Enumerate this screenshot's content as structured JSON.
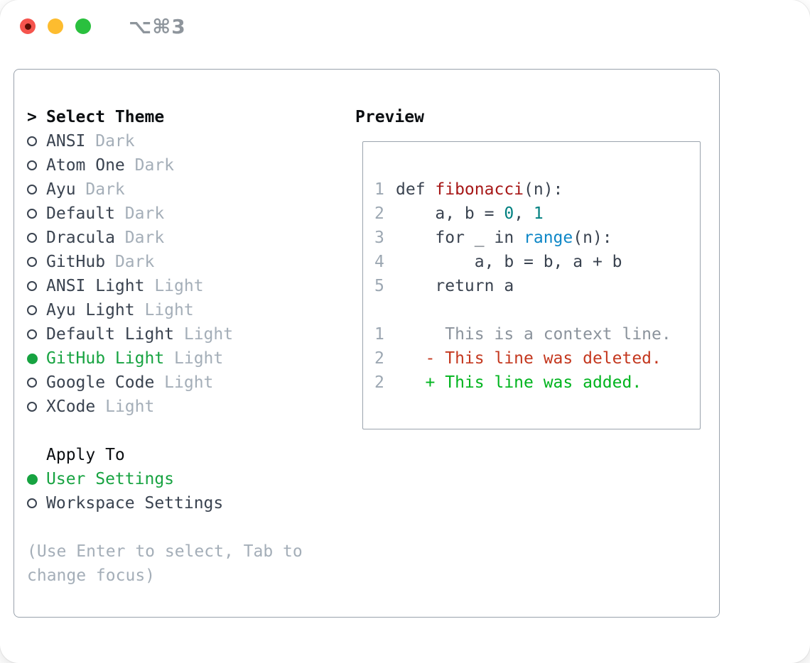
{
  "window": {
    "title": "⌥⌘3"
  },
  "theme_panel": {
    "prompt": ">",
    "title": "Select Theme",
    "themes": [
      {
        "name": "ANSI",
        "variant": "Dark",
        "selected": false
      },
      {
        "name": "Atom One",
        "variant": "Dark",
        "selected": false
      },
      {
        "name": "Ayu",
        "variant": "Dark",
        "selected": false
      },
      {
        "name": "Default",
        "variant": "Dark",
        "selected": false
      },
      {
        "name": "Dracula",
        "variant": "Dark",
        "selected": false
      },
      {
        "name": "GitHub",
        "variant": "Dark",
        "selected": false
      },
      {
        "name": "ANSI Light",
        "variant": "Light",
        "selected": false
      },
      {
        "name": "Ayu Light",
        "variant": "Light",
        "selected": false
      },
      {
        "name": "Default Light",
        "variant": "Light",
        "selected": false
      },
      {
        "name": "GitHub Light",
        "variant": "Light",
        "selected": true
      },
      {
        "name": "Google Code",
        "variant": "Light",
        "selected": false
      },
      {
        "name": "XCode",
        "variant": "Light",
        "selected": false
      }
    ],
    "apply_to": {
      "title": "Apply To",
      "options": [
        {
          "label": "User Settings",
          "selected": true
        },
        {
          "label": "Workspace Settings",
          "selected": false
        }
      ]
    },
    "hint": "(Use Enter to select, Tab to change focus)"
  },
  "preview": {
    "title": "Preview",
    "code_lines": [
      {
        "number": "1",
        "segments": [
          {
            "text": "def ",
            "color": "default"
          },
          {
            "text": "fibonacci",
            "color": "function"
          },
          {
            "text": "(n):",
            "color": "default"
          }
        ]
      },
      {
        "number": "2",
        "segments": [
          {
            "text": "    a, b = ",
            "color": "default"
          },
          {
            "text": "0",
            "color": "number"
          },
          {
            "text": ", ",
            "color": "default"
          },
          {
            "text": "1",
            "color": "number"
          }
        ]
      },
      {
        "number": "3",
        "segments": [
          {
            "text": "    for _ in ",
            "color": "default"
          },
          {
            "text": "range",
            "color": "builtin"
          },
          {
            "text": "(n):",
            "color": "default"
          }
        ]
      },
      {
        "number": "4",
        "segments": [
          {
            "text": "        a, b = b, a + b",
            "color": "default"
          }
        ]
      },
      {
        "number": "5",
        "segments": [
          {
            "text": "    return a",
            "color": "default"
          }
        ]
      }
    ],
    "diff_lines": [
      {
        "number": "1",
        "text": "     This is a context line.",
        "type": "context"
      },
      {
        "number": "2",
        "text": "   - This line was deleted.",
        "type": "deleted"
      },
      {
        "number": "2",
        "text": "   + This line was added.",
        "type": "added"
      }
    ]
  },
  "colors": {
    "accent_green": "#17a341",
    "text_dark": "#3a4350",
    "text_black": "#0b0e11",
    "text_muted": "#a4aeb8",
    "context_gray": "#8b939c",
    "line_number": "#9ca7b2",
    "diff_red": "#c4381f",
    "diff_green": "#00b41e",
    "syntax_function": "#a61717",
    "syntax_number": "#008080",
    "syntax_builtin": "#0e87c7",
    "panel_border": "#99a2ac",
    "preview_border": "#9aa3ad",
    "title_gray": "#8e959c",
    "traffic_red": "#f5544d",
    "traffic_red_dot": "#5a0d04",
    "traffic_yellow": "#fdbc2f",
    "traffic_green": "#2ac03e"
  }
}
